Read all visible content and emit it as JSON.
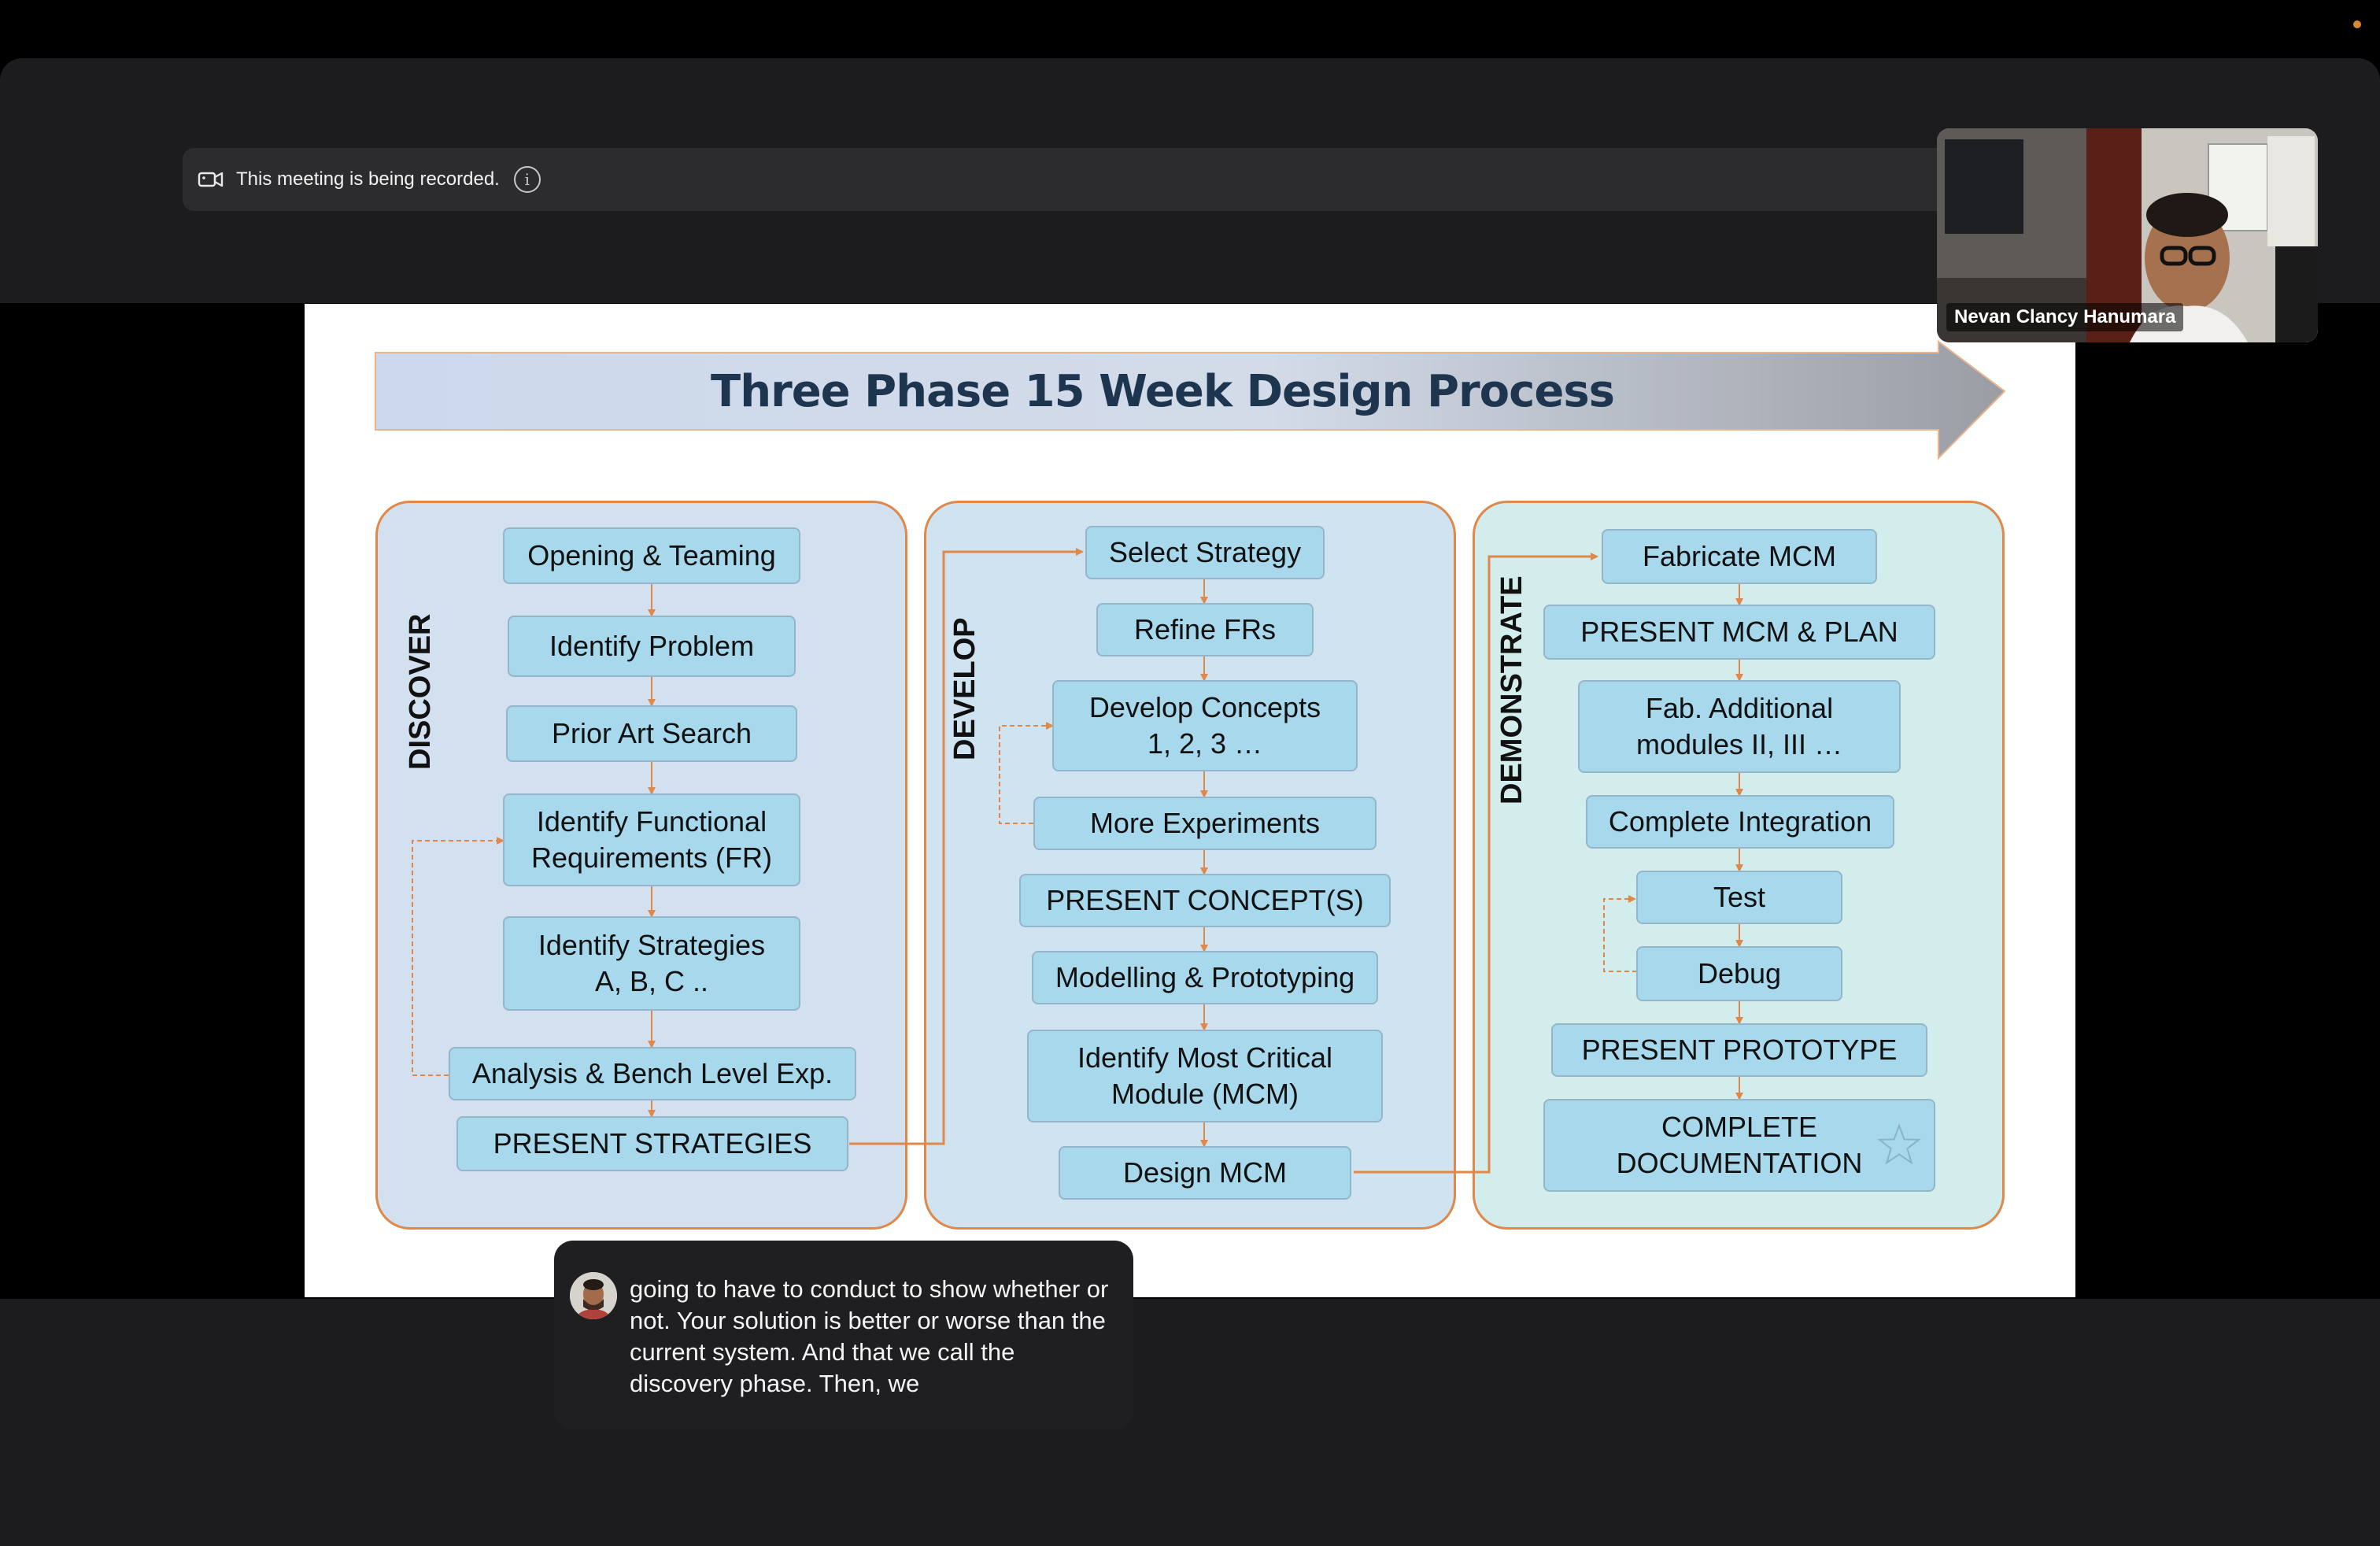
{
  "recording_bar": {
    "text": "This meeting is being recorded.",
    "camera_icon": "video-camera-icon",
    "info_icon": "info-icon",
    "info_glyph": "i"
  },
  "video": {
    "participant_name": "Nevan Clancy Hanumara"
  },
  "slide": {
    "title": "Three Phase 15 Week Design Process",
    "phases": [
      {
        "name": "DISCOVER",
        "steps": [
          "Opening & Teaming",
          "Identify Problem",
          "Prior Art Search",
          "Identify Functional\nRequirements (FR)",
          "Identify Strategies\nA, B, C ..",
          "Analysis & Bench Level Exp.",
          "PRESENT STRATEGIES"
        ]
      },
      {
        "name": "DEVELOP",
        "steps": [
          "Select Strategy",
          "Refine FRs",
          "Develop Concepts\n1, 2, 3 …",
          "More Experiments",
          "PRESENT CONCEPT(S)",
          "Modelling & Prototyping",
          "Identify Most Critical\nModule (MCM)",
          "Design MCM"
        ]
      },
      {
        "name": "DEMONSTRATE",
        "steps": [
          "Fabricate MCM",
          "PRESENT MCM & PLAN",
          "Fab. Additional\nmodules II, III …",
          "Complete Integration",
          "Test",
          "Debug",
          "PRESENT PROTOTYPE",
          "COMPLETE\nDOCUMENTATION"
        ]
      }
    ],
    "star_icon": "star-icon"
  },
  "caption": {
    "text": "going to have to conduct to show whether or not. Your solution is better or worse than the current system. And that we call the discovery phase. Then, we"
  },
  "colors": {
    "accent_orange": "#e0874a",
    "box_fill": "#a7d8ec",
    "title_navy": "#1e3550",
    "recording_dot": "#d98a2c"
  }
}
